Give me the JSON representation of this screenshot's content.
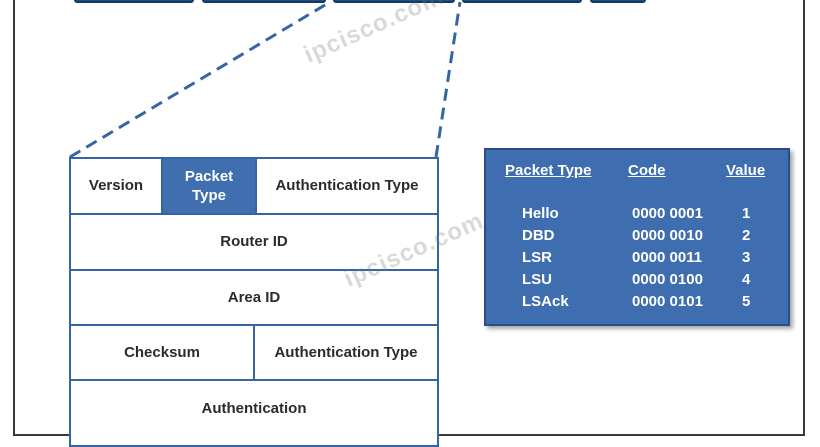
{
  "header": {
    "fields": [
      {
        "id": "f1"
      },
      {
        "id": "f2"
      },
      {
        "id": "f3"
      },
      {
        "id": "f4"
      },
      {
        "id": "f5"
      }
    ]
  },
  "packet": {
    "row1": {
      "version": "Version",
      "packet_type": "Packet\nType",
      "auth_type": "Authentication Type"
    },
    "router_id": "Router ID",
    "area_id": "Area ID",
    "row4": {
      "checksum": "Checksum",
      "auth_type": "Authentication Type"
    },
    "authentication": "Authentication"
  },
  "codes": {
    "headers": {
      "packet_type": "Packet Type",
      "code": "Code",
      "value": "Value"
    },
    "rows": [
      {
        "type": "Hello",
        "code": "0000 0001",
        "value": "1"
      },
      {
        "type": "DBD",
        "code": "0000 0010",
        "value": "2"
      },
      {
        "type": "LSR",
        "code": "0000 0011",
        "value": "3"
      },
      {
        "type": "LSU",
        "code": "0000 0100",
        "value": "4"
      },
      {
        "type": "LSAck",
        "code": "0000 0101",
        "value": "5"
      }
    ]
  },
  "watermark": {
    "text": "ipcisco.com"
  },
  "colors": {
    "accent": "#3f6fb0",
    "frame": "#3a3a3a",
    "border": "#3566a3",
    "header_boxes": "#1f4f86"
  }
}
